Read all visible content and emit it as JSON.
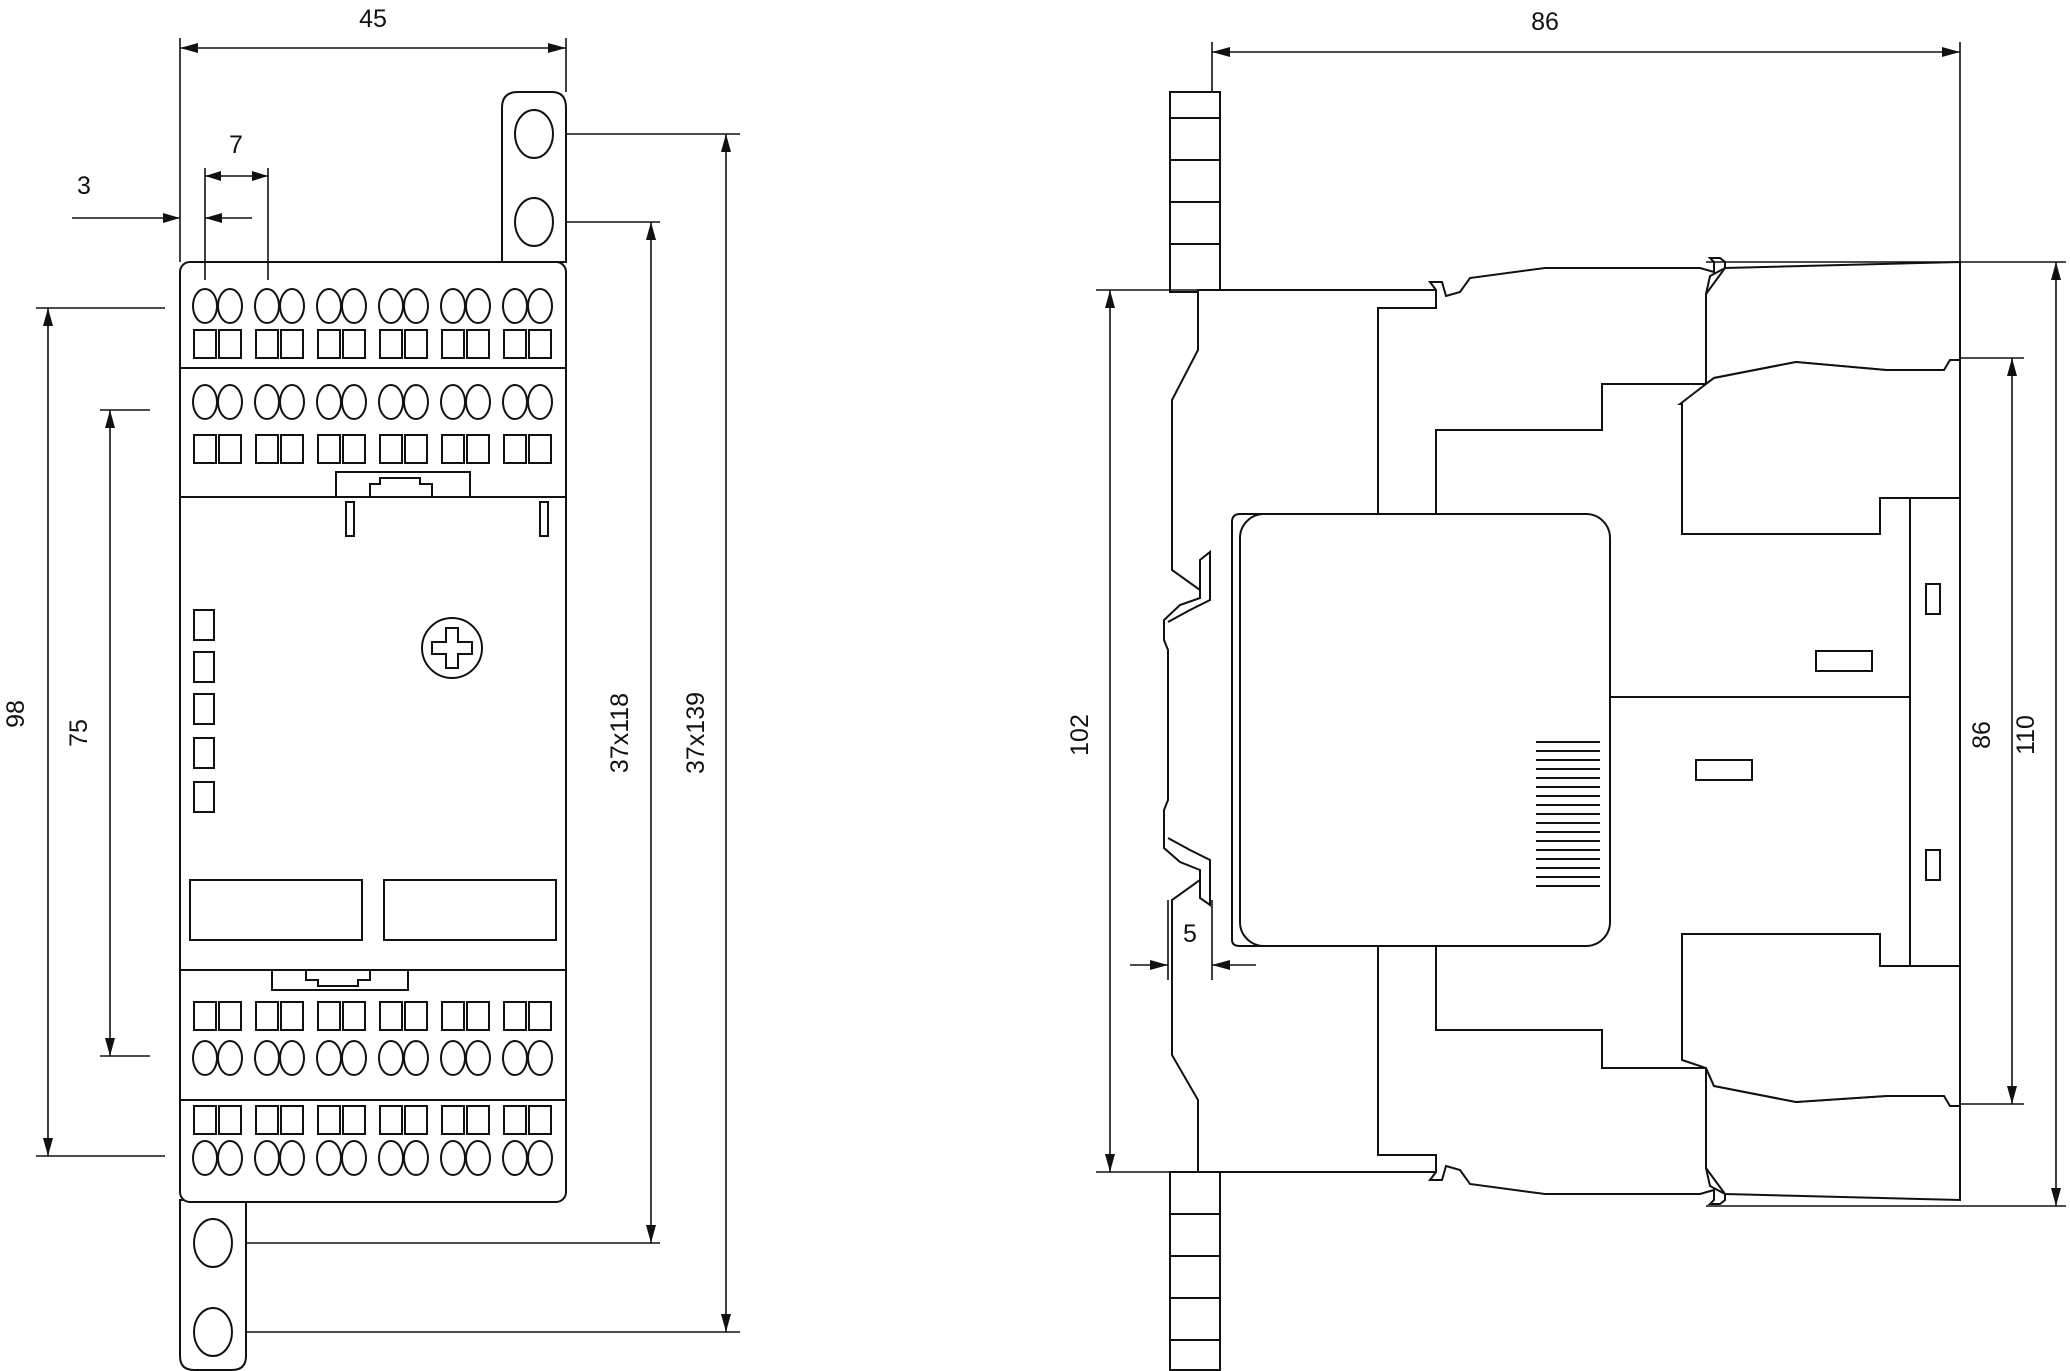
{
  "front_view": {
    "dimensions": {
      "width": "45",
      "pitch": "7",
      "offset": "3",
      "mount_height_outer": "98",
      "mount_height_inner": "75",
      "slot_spacing_short": "37x118",
      "slot_spacing_long": "37x139"
    }
  },
  "side_view": {
    "dimensions": {
      "depth": "86",
      "height_left": "102",
      "rail_offset": "5",
      "height_inner": "86",
      "height_outer": "110"
    }
  }
}
